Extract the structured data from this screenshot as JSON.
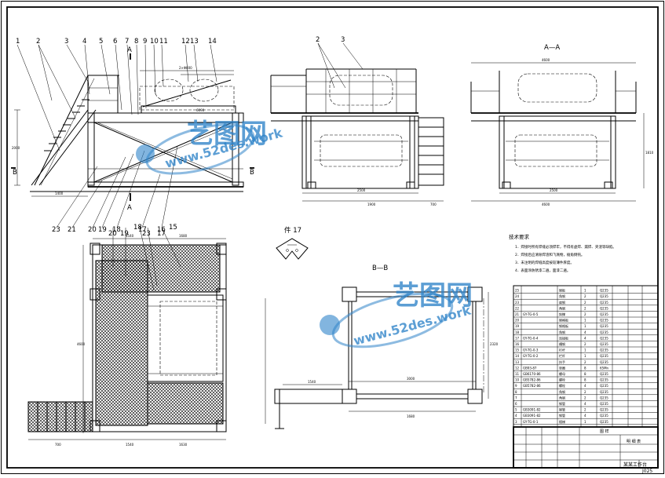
{
  "title_block": {
    "drawing_title": "某某工作台",
    "label_parts_list": "明 细 表",
    "label_drawing": "图 样",
    "drawing_code": "J025"
  },
  "views": {
    "section_aa": "A—A",
    "section_bb": "B—B",
    "detail_17": "件 17",
    "marker_a": "A",
    "marker_b": "B"
  },
  "part_labels_front_top": [
    "1",
    "2",
    "3",
    "4",
    "5",
    "6",
    "7",
    "8",
    "9",
    "10",
    "11",
    "12",
    "13",
    "14"
  ],
  "part_labels_front_bottom": [
    "23",
    "21",
    "20",
    "19",
    "18",
    "17",
    "16"
  ],
  "part_labels_side": [
    "2",
    "3"
  ],
  "part_labels_plan": [
    "20",
    "19",
    "18",
    "23",
    "17",
    "15"
  ],
  "notes": {
    "heading": "技术要求",
    "items": [
      "1．焊接时所有焊缝必须焊牢，不得有虚焊、漏焊、夹渣等缺陷。",
      "2．焊接后应清除焊渣和飞溅物，棱角倒钝。",
      "3．未注明的焊缝高度按较薄件厚度。",
      "4．表面涂防锈漆二遍，面漆二遍。"
    ]
  },
  "watermark": {
    "brand": "艺图网",
    "url": "www.52des.work"
  },
  "parts_table": {
    "rows": [
      {
        "no": "25",
        "code": "",
        "name": "钢板",
        "qty": "1",
        "mat": "Q235"
      },
      {
        "no": "24",
        "code": "",
        "name": "角钢",
        "qty": "2",
        "mat": "Q235"
      },
      {
        "no": "23",
        "code": "",
        "name": "扁钢",
        "qty": "2",
        "mat": "Q235"
      },
      {
        "no": "22",
        "code": "",
        "name": "角钢",
        "qty": "2",
        "mat": "Q235"
      },
      {
        "no": "21",
        "code": "GY-TG-0-5",
        "name": "斜撑",
        "qty": "2",
        "mat": "Q235"
      },
      {
        "no": "20",
        "code": "",
        "name": "钢格板",
        "qty": "1",
        "mat": "Q235"
      },
      {
        "no": "19",
        "code": "",
        "name": "钢格板",
        "qty": "1",
        "mat": "Q235"
      },
      {
        "no": "18",
        "code": "",
        "name": "角钢",
        "qty": "4",
        "mat": "Q235"
      },
      {
        "no": "17",
        "code": "GY-TG-0-4",
        "name": "连接板",
        "qty": "4",
        "mat": "Q235"
      },
      {
        "no": "16",
        "code": "",
        "name": "槽钢",
        "qty": "2",
        "mat": "Q235"
      },
      {
        "no": "15",
        "code": "GY-TG-0-3",
        "name": "栏杆",
        "qty": "1",
        "mat": "Q235"
      },
      {
        "no": "14",
        "code": "GY-TG-0-2",
        "name": "栏杆",
        "qty": "1",
        "mat": "Q235"
      },
      {
        "no": "13",
        "code": "",
        "name": "扶手",
        "qty": "2",
        "mat": "Q235"
      },
      {
        "no": "12",
        "code": "GB93-87",
        "name": "垫圈",
        "qty": "8",
        "mat": "65Mn"
      },
      {
        "no": "11",
        "code": "GB6170-86",
        "name": "螺母",
        "qty": "8",
        "mat": "Q235"
      },
      {
        "no": "10",
        "code": "GB5782-86",
        "name": "螺栓",
        "qty": "8",
        "mat": "Q235"
      },
      {
        "no": "9",
        "code": "GB5782-86",
        "name": "螺栓",
        "qty": "4",
        "mat": "Q235"
      },
      {
        "no": "8",
        "code": "",
        "name": "角钢",
        "qty": "2",
        "mat": "Q235"
      },
      {
        "no": "7",
        "code": "",
        "name": "角钢",
        "qty": "2",
        "mat": "Q235"
      },
      {
        "no": "6",
        "code": "",
        "name": "钢管",
        "qty": "4",
        "mat": "Q235"
      },
      {
        "no": "5",
        "code": "GB3091-82",
        "name": "钢管",
        "qty": "2",
        "mat": "Q235"
      },
      {
        "no": "4",
        "code": "GB3091-82",
        "name": "钢管",
        "qty": "4",
        "mat": "Q235"
      },
      {
        "no": "3",
        "code": "GY-TG-0-1",
        "name": "楼梯",
        "qty": "1",
        "mat": "Q235"
      }
    ]
  }
}
